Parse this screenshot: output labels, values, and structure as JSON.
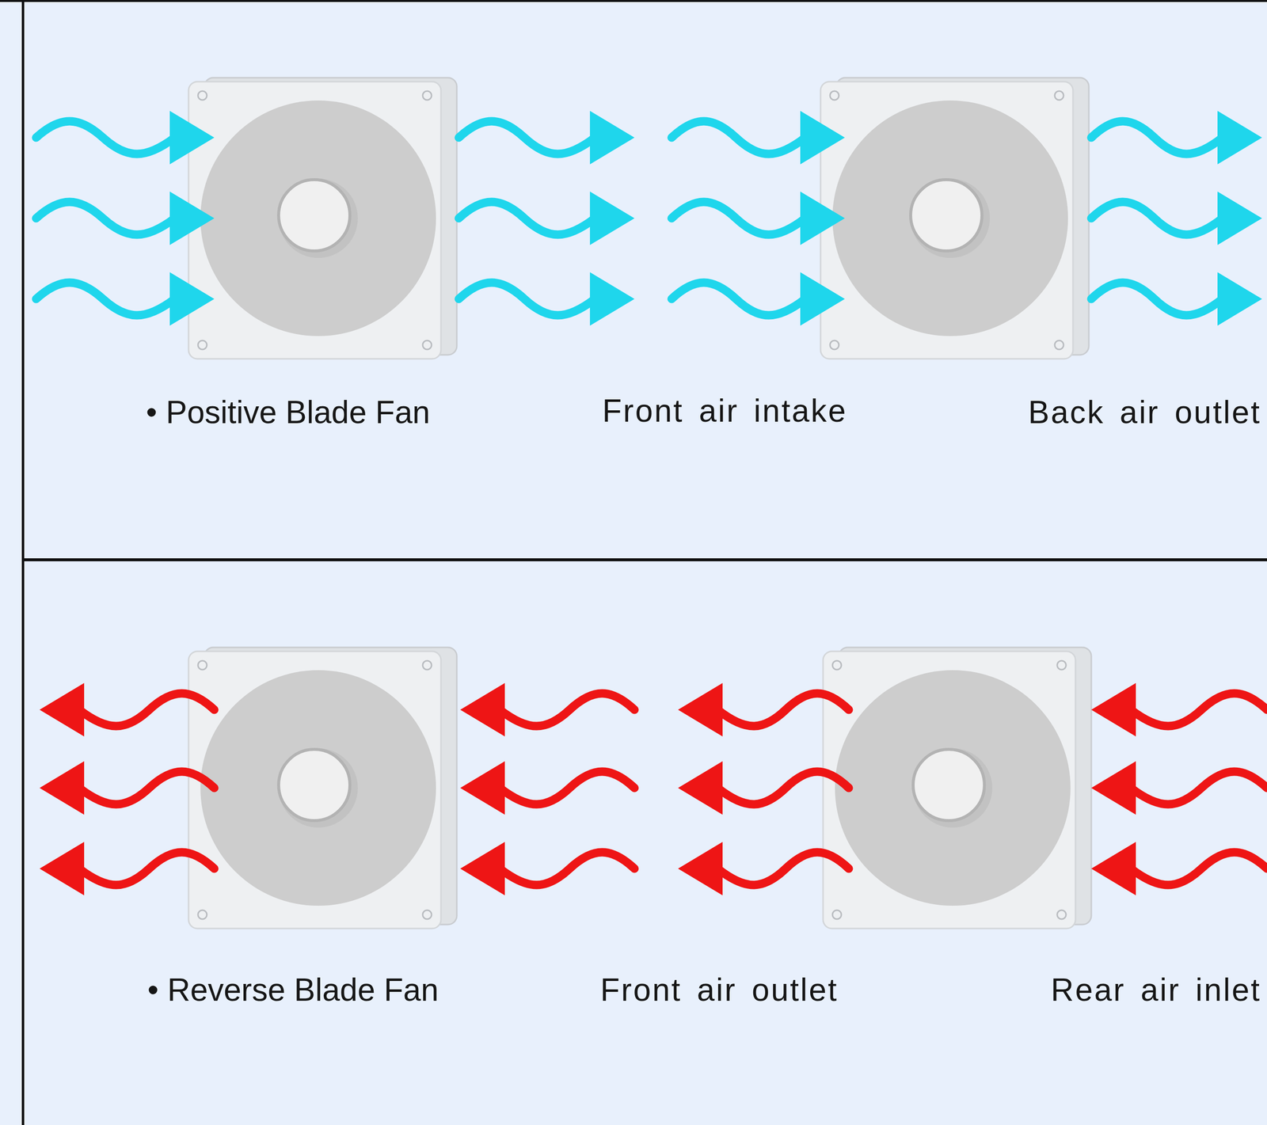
{
  "diagram": {
    "labels": [
      "• Positive Blade Fan",
      "Front air intake",
      "Back air outlet",
      "• Reverse Blade Fan",
      "Front air outlet",
      "Rear air inlet"
    ]
  }
}
